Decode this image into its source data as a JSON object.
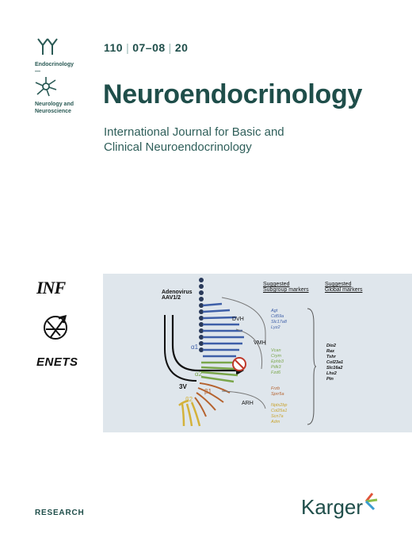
{
  "sidebar_logos": {
    "endocrinology_label": "Endocrinology",
    "dash": "—",
    "neurology_label_line1": "Neurology and",
    "neurology_label_line2": "Neuroscience"
  },
  "issue": {
    "volume": "110",
    "issue": "07–08",
    "year": "20"
  },
  "journal": {
    "title": "Neuroendocrinology",
    "subtitle_line1": "International Journal for Basic and",
    "subtitle_line2": "Clinical Neuroendocrinology"
  },
  "society_logos": {
    "inf": "INF",
    "enets": "ENETS"
  },
  "figure": {
    "virus_line1": "Adenovirus",
    "virus_line2": "AAV1/2",
    "v3": "3V",
    "regions": [
      "DVH",
      "VMH",
      "ARH"
    ],
    "tanycyte_labels": [
      "α1",
      "α2",
      "β1",
      "β2"
    ],
    "subgroup_header_line1": "Suggested",
    "subgroup_header_line2": "Subgroup markers",
    "global_header_line1": "Suggested",
    "global_header_line2": "Global markers",
    "subgroup_alpha1": [
      "Agt",
      "Cd59a",
      "Slc17a8",
      "Lyz2"
    ],
    "subgroup_alpha2": [
      "Vcan",
      "Crym",
      "Ephb3",
      "Pdk3",
      "Fzd6"
    ],
    "subgroup_beta1": [
      "Frzb",
      "Sprr5a"
    ],
    "subgroup_beta2": [
      "Nptx2bp",
      "Col25a1",
      "Scn7a",
      "Adm"
    ],
    "global_markers": [
      "Dio2",
      "Rax",
      "Tshr",
      "Col23a1",
      "Slc16a2",
      "Lhx2",
      "Ptn"
    ]
  },
  "footer": {
    "research": "RESEARCH",
    "publisher": "Karger"
  },
  "colors": {
    "brand": "#1f4e4a",
    "alpha1": "#3e5fa8",
    "alpha2": "#7aa64a",
    "beta1": "#b5622e",
    "beta2": "#d4b23a",
    "karger_accent": "#e0543a"
  }
}
